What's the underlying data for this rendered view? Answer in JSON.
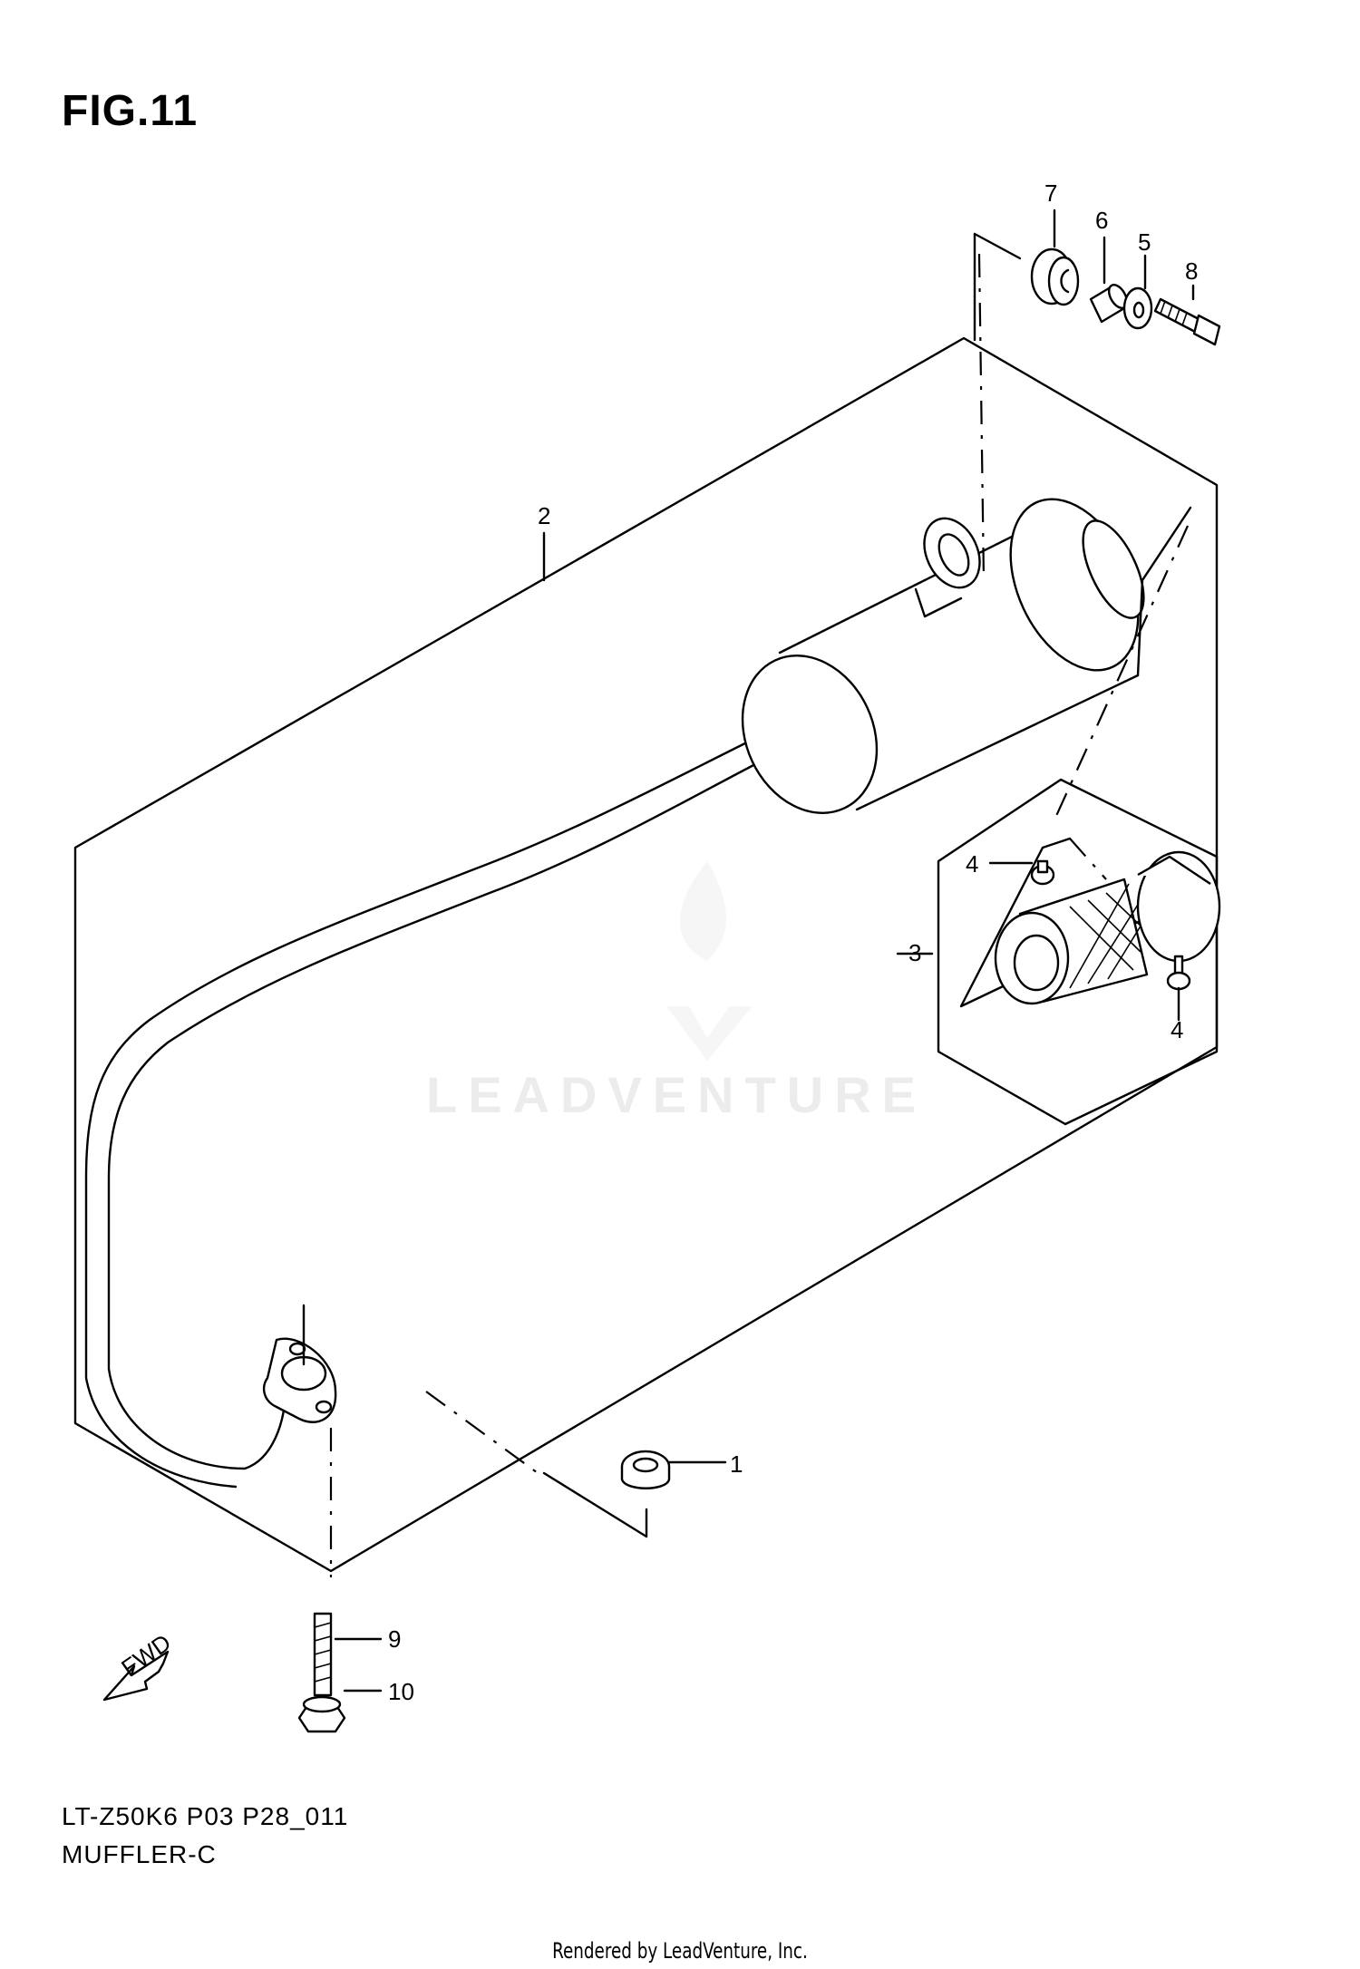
{
  "figure": {
    "title": "FIG.11"
  },
  "footer": {
    "model_code": "LT-Z50K6 P03 P28_011",
    "diagram_name": "MUFFLER-C",
    "rendered_by": "Rendered by LeadVenture, Inc."
  },
  "watermark": {
    "text": "LEADVENTURE"
  },
  "callouts": [
    {
      "id": "callout-1",
      "label": "1"
    },
    {
      "id": "callout-2",
      "label": "2"
    },
    {
      "id": "callout-3",
      "label": "3"
    },
    {
      "id": "callout-4a",
      "label": "4"
    },
    {
      "id": "callout-4b",
      "label": "4"
    },
    {
      "id": "callout-5",
      "label": "5"
    },
    {
      "id": "callout-6",
      "label": "6"
    },
    {
      "id": "callout-7",
      "label": "7"
    },
    {
      "id": "callout-8",
      "label": "8"
    },
    {
      "id": "callout-9",
      "label": "9"
    },
    {
      "id": "callout-10",
      "label": "10"
    }
  ],
  "direction_marker": {
    "label": "FWD",
    "icon": "fwd-arrow-icon"
  }
}
